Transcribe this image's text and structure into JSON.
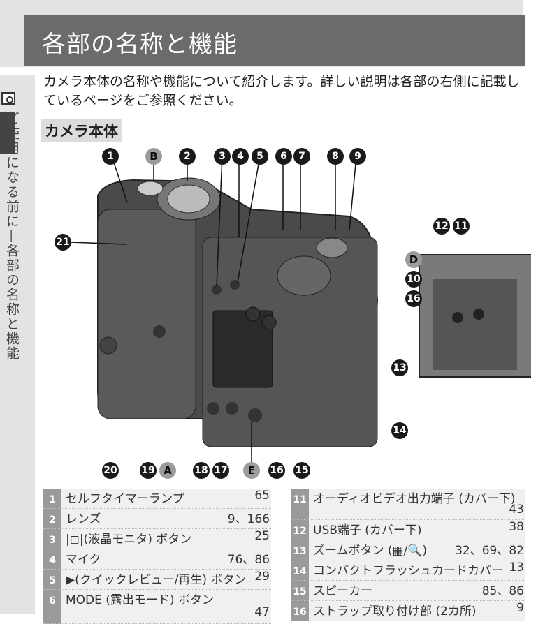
{
  "title": "各部の名称と機能",
  "intro": "カメラ本体の名称や機能について紹介します。詳しい説明は各部の右側に記載しているページをご参照ください。",
  "section": "カメラ本体",
  "sidebar": {
    "text": "ご使用になる前に—各部の名称と機能",
    "icon": "camera-icon"
  },
  "callouts": [
    "1",
    "B",
    "2",
    "3",
    "4",
    "5",
    "6",
    "7",
    "8",
    "9",
    "12",
    "11",
    "D",
    "10",
    "16",
    "21",
    "13",
    "14",
    "20",
    "19",
    "A",
    "18",
    "17",
    "E",
    "16",
    "15"
  ],
  "parts_left": [
    {
      "n": "1",
      "label": "セルフタイマーランプ",
      "page": "65"
    },
    {
      "n": "2",
      "label": "レンズ",
      "page": "9、166"
    },
    {
      "n": "3",
      "label": "|◻|(液晶モニタ) ボタン",
      "page": "25"
    },
    {
      "n": "4",
      "label": "マイク",
      "page": "76、86"
    },
    {
      "n": "5",
      "label": "▶(クイックレビュー/再生) ボタン",
      "page": "29"
    },
    {
      "n": "6",
      "label": "MODE (露出モード) ボタン",
      "page": "47"
    }
  ],
  "parts_right": [
    {
      "n": "11",
      "label": "オーディオビデオ出力端子 (カバー下)",
      "page": "43"
    },
    {
      "n": "12",
      "label": "USB端子 (カバー下)",
      "page": "38"
    },
    {
      "n": "13",
      "label": "ズームボタン (▦/🔍)",
      "page": "32、69、82"
    },
    {
      "n": "14",
      "label": "コンパクトフラッシュカードカバー",
      "page": "13"
    },
    {
      "n": "15",
      "label": "スピーカー",
      "page": "85、86"
    },
    {
      "n": "16",
      "label": "ストラップ取り付け部 (2カ所)",
      "page": "9"
    }
  ]
}
